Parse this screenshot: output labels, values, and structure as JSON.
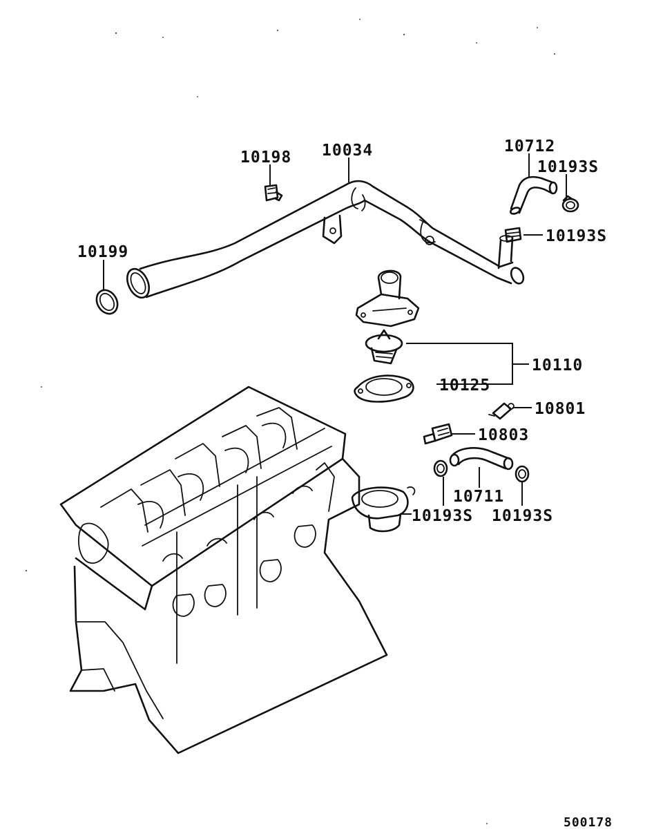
{
  "labels": {
    "p10198": "10198",
    "p10034": "10034",
    "p10712": "10712",
    "p10193s_a": "10193S",
    "p10193s_b": "10193S",
    "p10199": "10199",
    "p10110": "10110",
    "p10125": "10125",
    "p10801": "10801",
    "p10803": "10803",
    "p10711": "10711",
    "p10193s_c": "10193S",
    "p10193s_d": "10193S"
  },
  "reference": "500178"
}
